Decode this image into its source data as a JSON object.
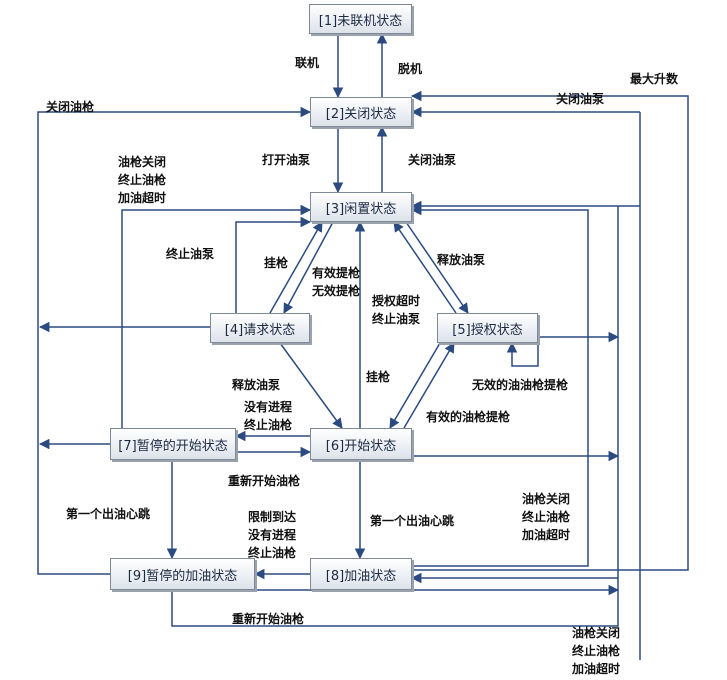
{
  "states": {
    "s1": "[1]未联机状态",
    "s2": "[2]关闭状态",
    "s3": "[3]闲置状态",
    "s4": "[4]请求状态",
    "s5": "[5]授权状态",
    "s6": "[6]开始状态",
    "s7": "[7]暂停的开始状态",
    "s8": "[8]加油状态",
    "s9": "[9]暂停的加油状态"
  },
  "labels": {
    "lianji": "联机",
    "tuoji": "脱机",
    "zuida_shengshu": "最大升数",
    "guanbi_youqiang": "关闭油枪",
    "guanbi_youbeng_top": "关闭油泵",
    "dakai_youbeng": "打开油泵",
    "guanbi_youbeng_mid": "关闭油泵",
    "youqiang_guanbi_group_left": "油枪关闭\n终止油枪\n加油超时",
    "zhongzhi_youbeng": "终止油泵",
    "guaqiang_left": "挂枪",
    "youxiao_tiqiang_group": "有效提枪\n无效提枪",
    "shifang_youbeng_right": "释放油泵",
    "shouquan_chaoshi_group": "授权超时\n终止油泵",
    "guaqiang_mid": "挂枪",
    "wuxiao_youyouqiang": "无效的油油枪提枪",
    "shifang_youbeng_left": "释放油泵",
    "meiyou_jincheng_group_top": "没有进程\n终止油枪",
    "youxiao_youqiang": "有效的油枪提枪",
    "chongxin_kaishi_youqiang_mid": "重新开始油枪",
    "diyige_chuyou_xintiao_left": "第一个出油心跳",
    "xianzhi_group": "限制到达\n没有进程\n终止油枪",
    "diyige_chuyou_xintiao_right": "第一个出油心跳",
    "youqiang_guanbi_group_right": "油枪关闭\n终止油枪\n加油超时",
    "chongxin_kaishi_youqiang_bottom": "重新开始油枪",
    "youqiang_guanbi_group_bottom": "油枪关闭\n终止油枪\n加油超时"
  },
  "colors": {
    "line": "#2b4a80",
    "box_border": "#7f8a99",
    "text": "#111111"
  }
}
